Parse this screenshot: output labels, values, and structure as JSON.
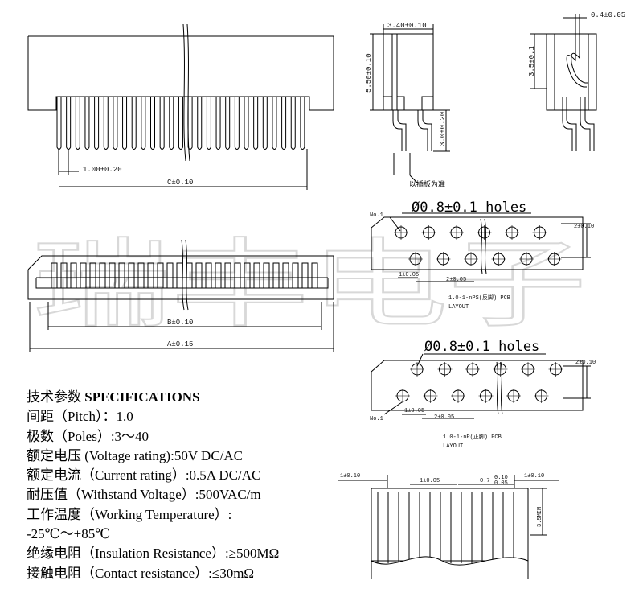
{
  "watermark": "瑞丰电子",
  "front_view": {
    "pitch_dim": "1.00±0.20",
    "c_dim": "C±0.10"
  },
  "bottom_view": {
    "b_dim": "B±0.10",
    "a_dim": "A±0.15"
  },
  "side_view": {
    "width_dim": "3.40±0.10",
    "height_dim": "5.50±0.10",
    "pin_dim": "3.0±0.20",
    "note": "以插板为准"
  },
  "section_view": {
    "top_dim": "0.4±0.05",
    "height_dim": "3.5±0.1"
  },
  "pcb_layout_1": {
    "holes": "Ø0.8±0.1 holes",
    "no1": "No.1",
    "dim_right": "2±0.10",
    "dim_pitch": "1±0.05",
    "dim_row": "2±0.05",
    "caption_1": "1.0-1-nPS(反脚) PCB",
    "caption_2": "LAYOUT"
  },
  "pcb_layout_2": {
    "holes": "Ø0.8±0.1 holes",
    "no1": "No.1",
    "dim_right": "2±0.10",
    "dim_pitch": "1±0.05",
    "dim_row": "2±0.05",
    "caption_1": "1.0-1-nP(正脚) PCB",
    "caption_2": "LAYOUT"
  },
  "contact_detail": {
    "dim_left": "1±0.10",
    "dim_mid": "1±0.05",
    "dim_mid2": "0.7",
    "dim_tol_up": "0.10",
    "dim_tol_dn": "0.05",
    "dim_right": "1±0.10",
    "height": "3.5MIN"
  },
  "specifications": {
    "title_cn": "技术参数",
    "title_en": "SPECIFICATIONS",
    "lines": [
      "间距（Pitch）：1.0",
      "极数（Poles）:3～40",
      "额定电压 (Voltage rating):50V DC/AC",
      "额定电流（Current rating）:0.5A DC/AC",
      "耐压值（Withstand Voltage）:500VAC/m",
      "工作温度（Working Temperature）:",
      "-25℃～+85℃",
      "绝缘电阻（Insulation Resistance）:≥500MΩ",
      "接触电阻（Contact  resistance）:≤30mΩ"
    ]
  }
}
